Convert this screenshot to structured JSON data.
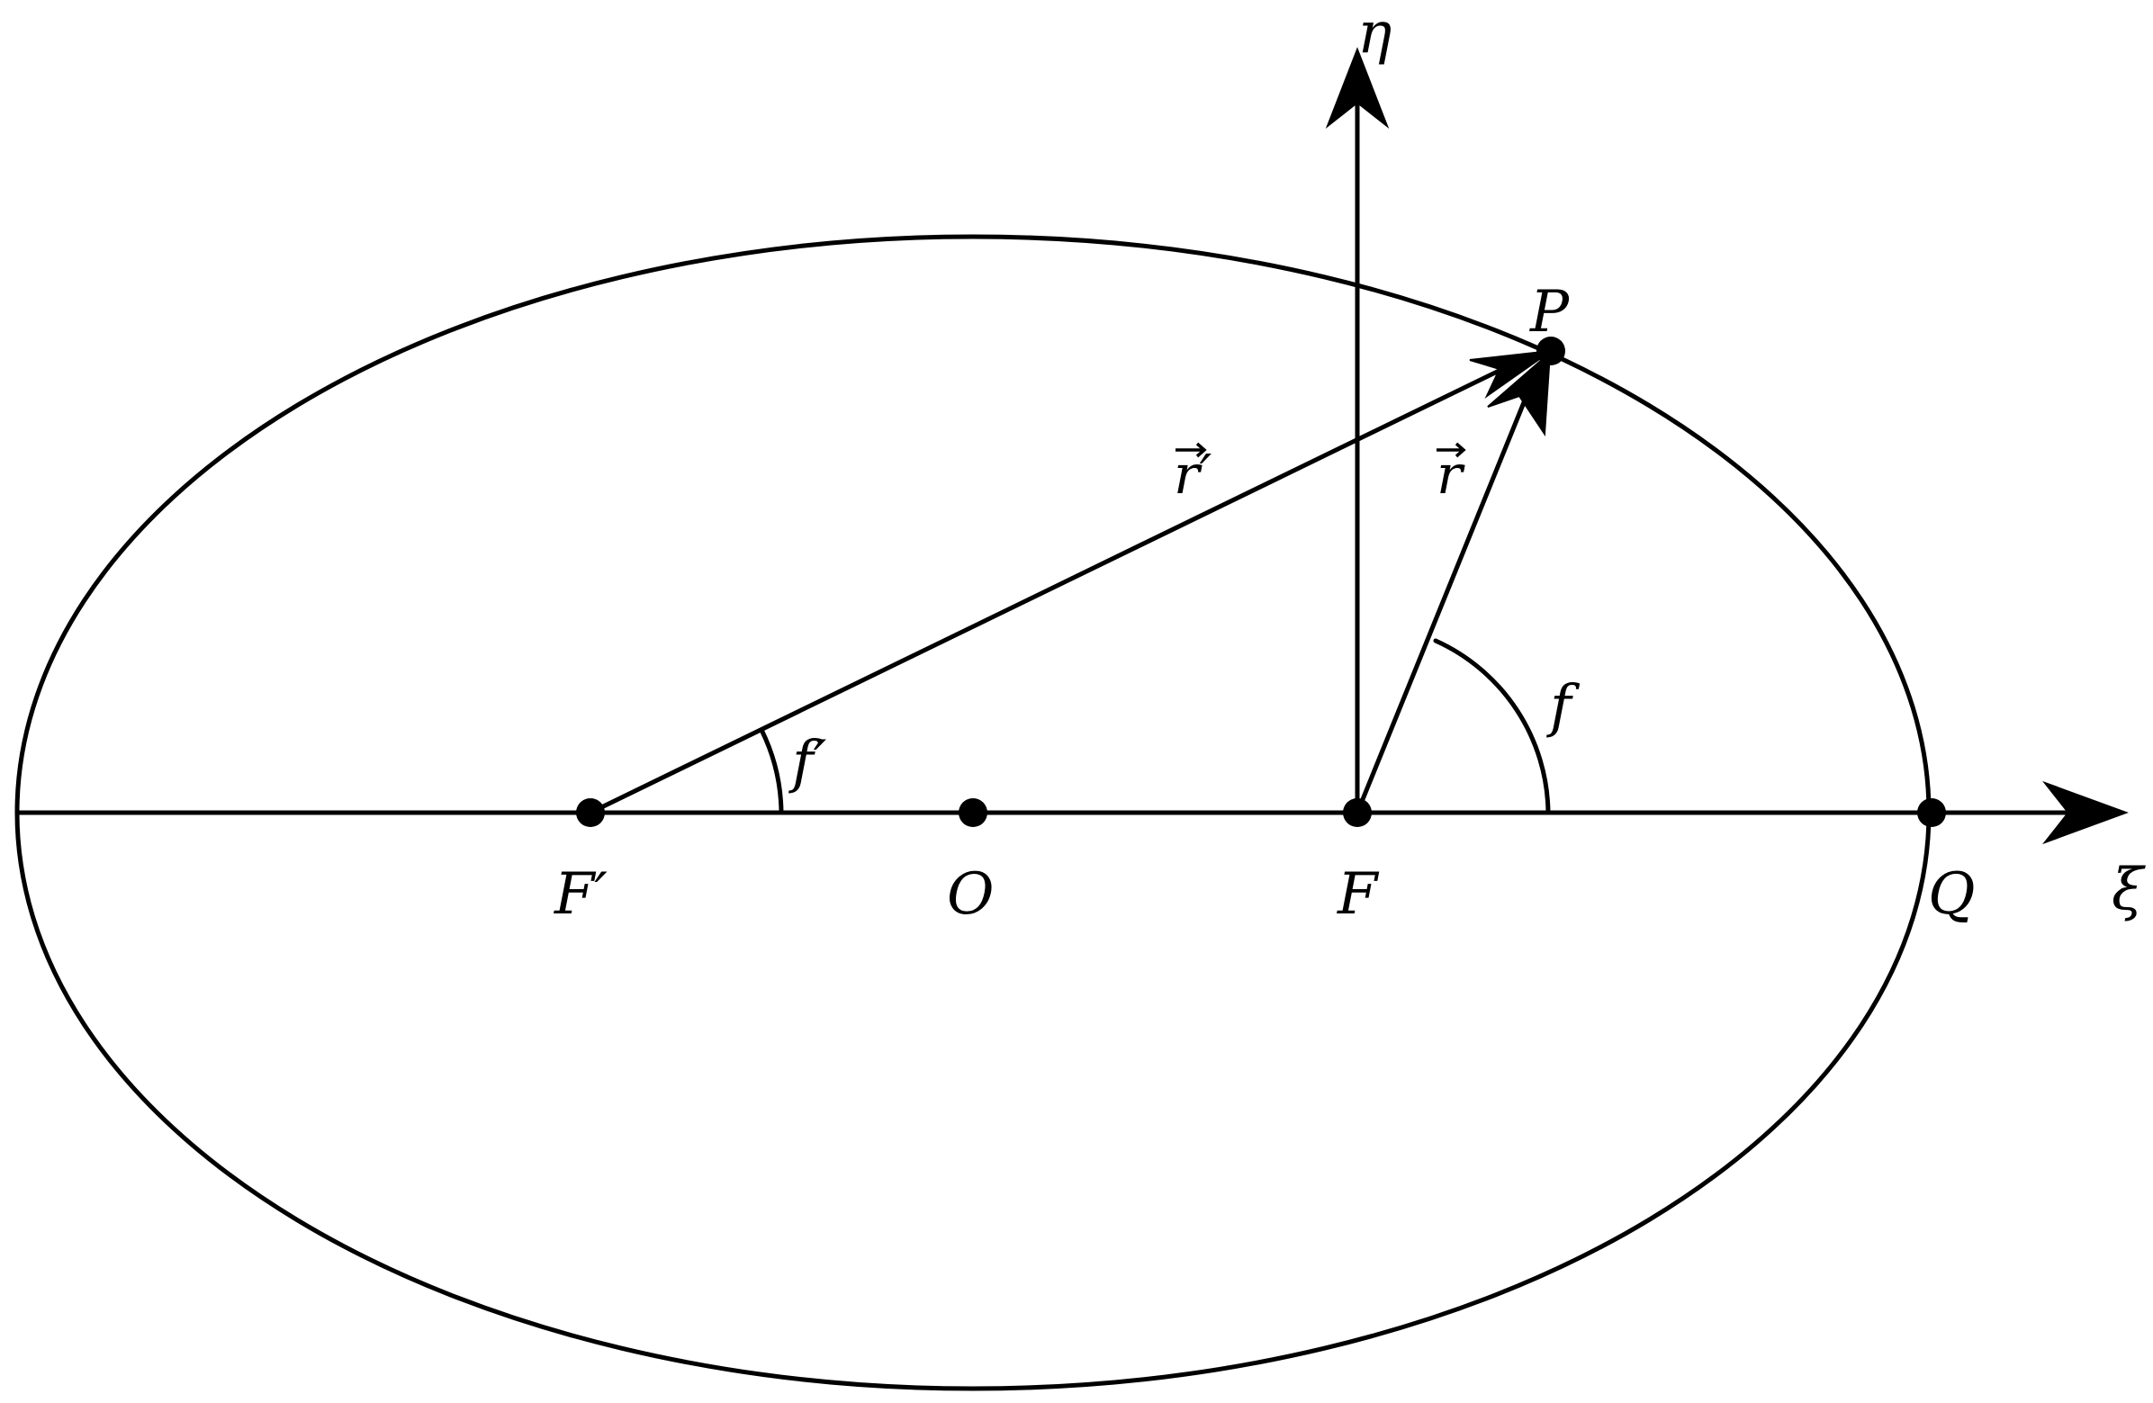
{
  "diagram": {
    "axes": {
      "horizontal_label": "ξ",
      "vertical_label": "η"
    },
    "points": {
      "left_focus": "F′",
      "center": "O",
      "focus": "F",
      "periapsis": "Q",
      "body": "P"
    },
    "vectors": {
      "from_left_focus": "r′",
      "from_focus": "r"
    },
    "angles": {
      "at_left_focus": "f′",
      "at_focus": "f"
    }
  }
}
